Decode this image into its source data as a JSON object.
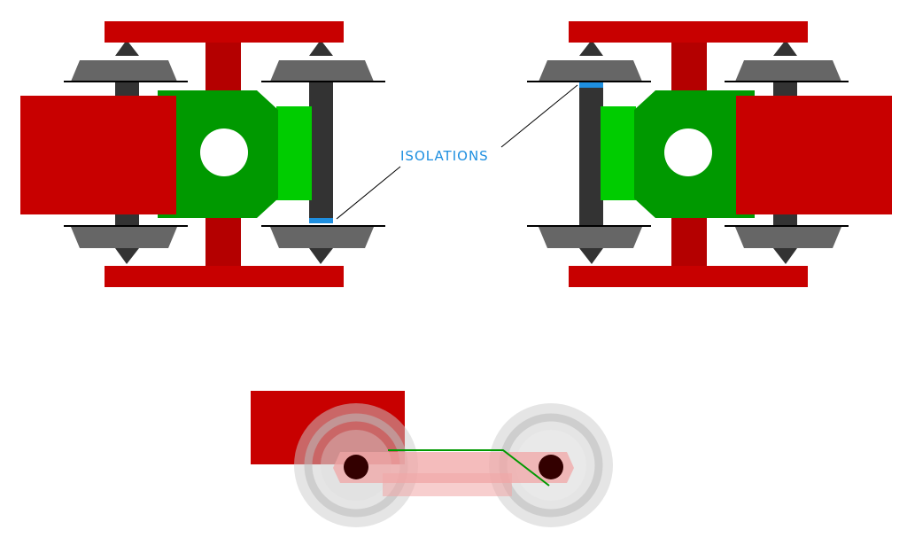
{
  "annotation": {
    "label": "ISOLATIONS",
    "color": "#1E8FE0",
    "leader_color": "#000000"
  },
  "colors": {
    "frame_red": "#C80000",
    "bolster_red": "#B40000",
    "body_green": "#009900",
    "body_green_light": "#00CC00",
    "axle_dark": "#333333",
    "wheel_grey": "#666666",
    "rail_black": "#000000",
    "insulator_blue": "#1E8FE0",
    "disc_light_grey": "#E6E6E6",
    "disc_ring_grey": "#D6D6D6",
    "sideframe_pink": "#F0A6A6",
    "wire_green": "#009900",
    "hub_dark": "#330000"
  },
  "views": {
    "top_left": "bogie-top-view-left",
    "top_right": "bogie-top-view-right",
    "side": "bogie-side-view"
  }
}
